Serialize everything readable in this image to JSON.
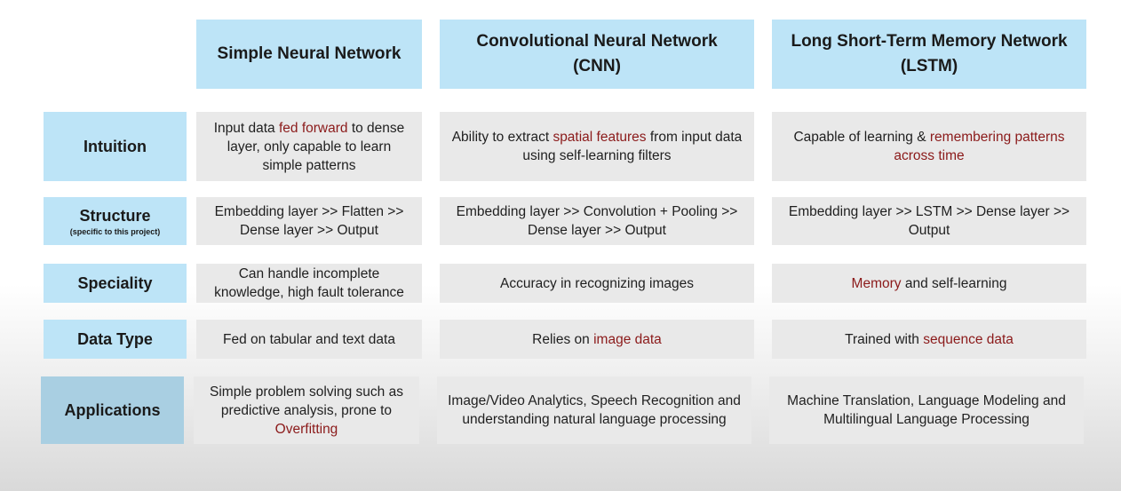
{
  "columns": [
    "Simple Neural Network",
    "Convolutional Neural Network (CNN)",
    "Long Short-Term Memory Network (LSTM)"
  ],
  "rows": {
    "intuition": {
      "label": "Intuition",
      "c1": [
        "Input data ",
        "fed forward",
        " to dense layer, only capable to learn simple patterns"
      ],
      "c2": [
        "Ability to extract ",
        "spatial features",
        " from input data using self-learning filters"
      ],
      "c3": [
        "Capable of learning & ",
        "remembering patterns across time"
      ]
    },
    "structure": {
      "label": "Structure",
      "sublabel": "(specific to this project)",
      "c1": "Embedding layer >> Flatten >> Dense layer >> Output",
      "c2": "Embedding layer >> Convolution + Pooling >> Dense layer >> Output",
      "c3": "Embedding layer >> LSTM >> Dense layer >> Output"
    },
    "speciality": {
      "label": "Speciality",
      "c1": "Can handle incomplete knowledge, high fault tolerance",
      "c2": "Accuracy in recognizing images",
      "c3": [
        "Memory",
        " and self-learning"
      ]
    },
    "datatype": {
      "label": "Data Type",
      "c1": "Fed on tabular and text data",
      "c2": [
        "Relies on ",
        "image data"
      ],
      "c3": [
        "Trained with ",
        "sequence data"
      ]
    },
    "applications": {
      "label": "Applications",
      "c1": [
        "Simple problem solving such as predictive analysis, prone to ",
        "Overfitting"
      ],
      "c2": "Image/Video Analytics, Speech Recognition and understanding natural language processing",
      "c3": "Machine Translation, Language Modeling and Multilingual Language Processing"
    }
  },
  "colors": {
    "header_bg": "#bde4f7",
    "cell_bg": "#e9e9e9",
    "highlight": "#8b1a1a"
  }
}
